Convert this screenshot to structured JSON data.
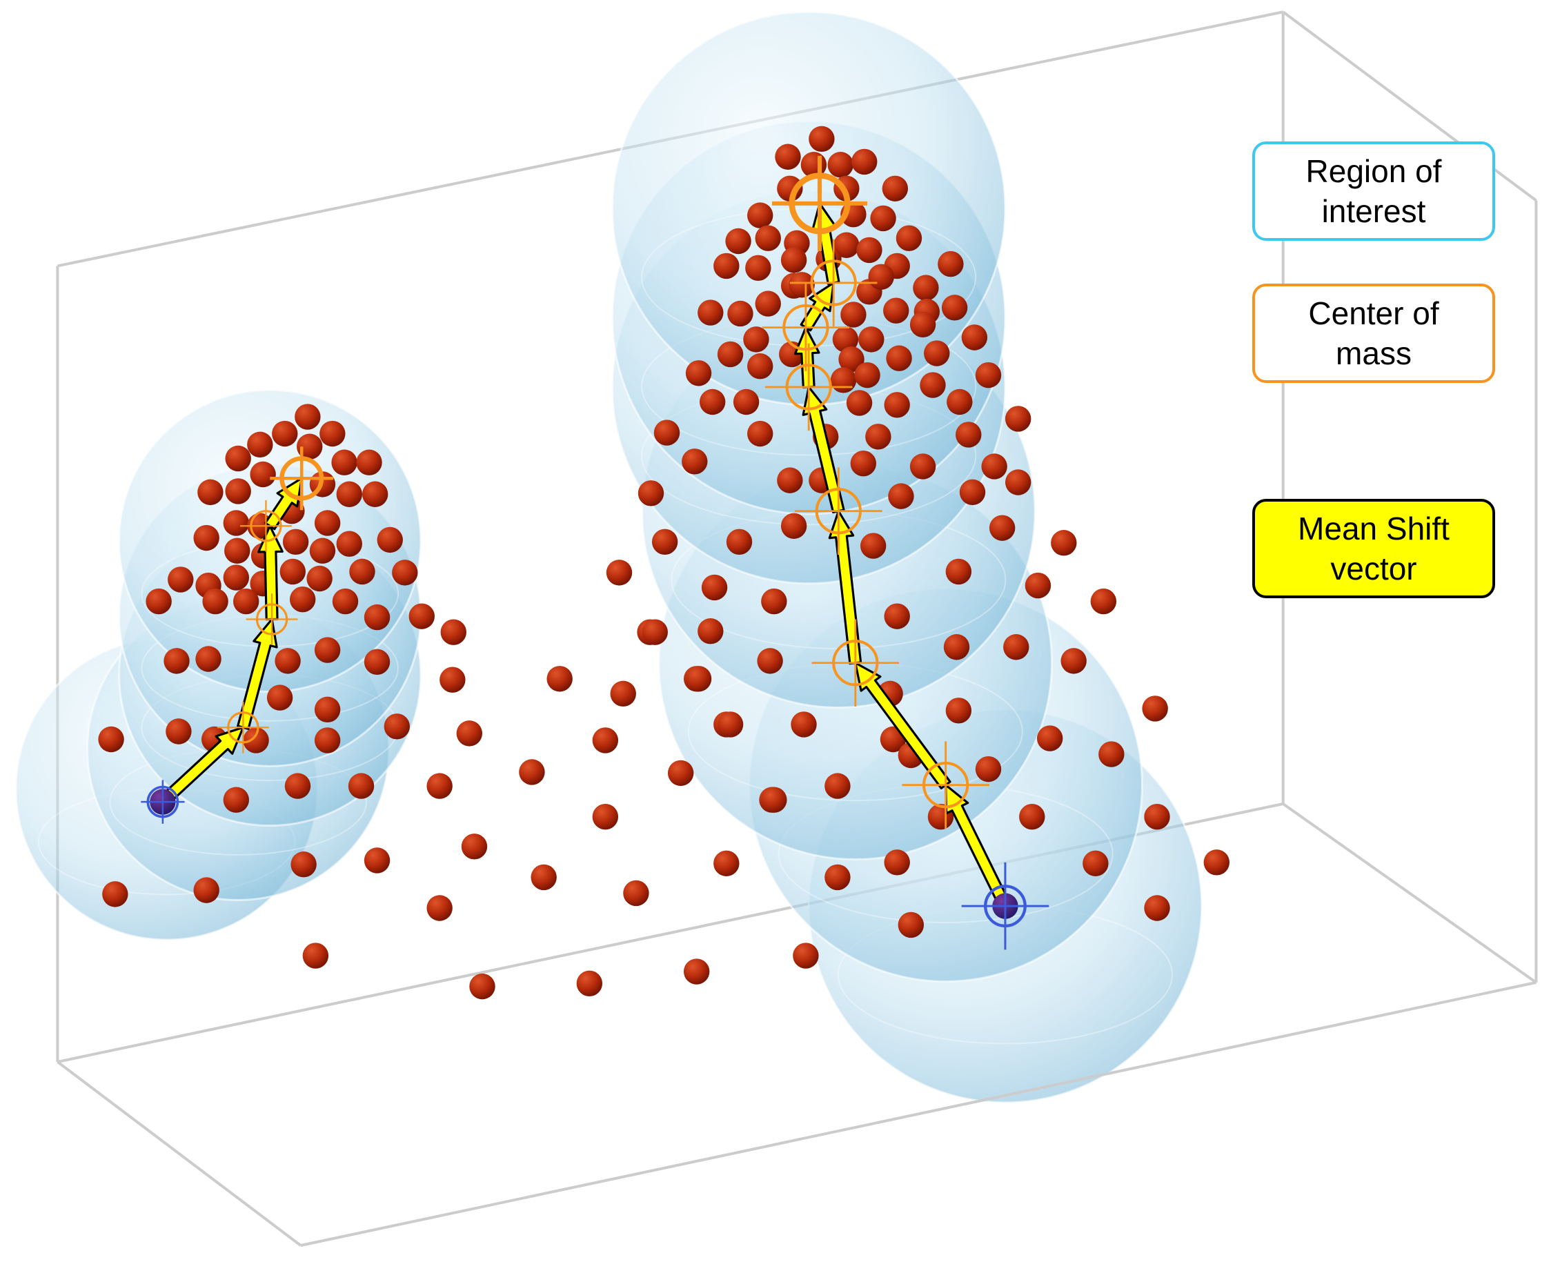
{
  "legend": {
    "region_of_interest": "Region of\ninterest",
    "center_of_mass": "Center of\nmass",
    "mean_shift_vector": "Mean Shift\nvector"
  },
  "colors": {
    "box_edge": "#cccccc",
    "sphere_fill": "#a9d4e8",
    "point_fill": "#b52a0a",
    "center_of_mass": "#f7941d",
    "start_marker": "#3b5bdb",
    "vector_fill": "#ffff00",
    "roi_border": "#3cc8f0"
  },
  "icons": [
    "data-point",
    "crosshair-circle-icon",
    "arrow-icon",
    "sphere"
  ]
}
